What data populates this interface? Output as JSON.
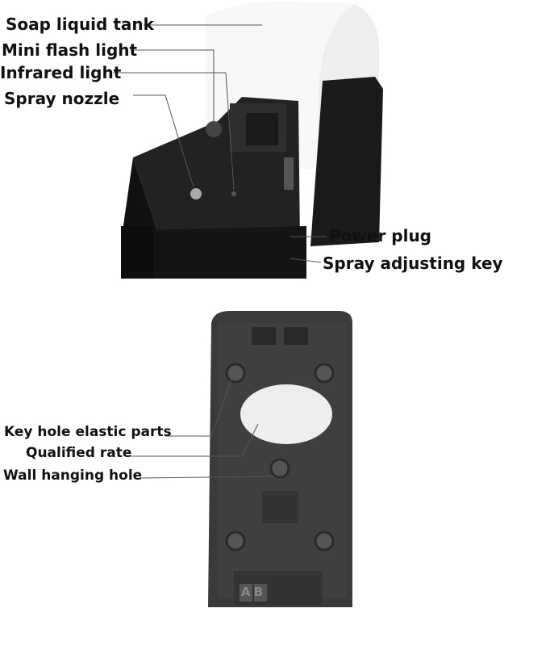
{
  "top_labels": {
    "soap_tank": "Soap liquid tank",
    "flash_light": "Mini flash light",
    "infrared": "Infrared light",
    "nozzle": "Spray nozzle",
    "power_plug": "Power plug",
    "adjust_key": "Spray adjusting key"
  },
  "bottom_labels": {
    "key_hole": "Key hole elastic parts",
    "qualified": "Qualified rate",
    "wall_hole": "Wall hanging hole",
    "ab_mark": "AB"
  },
  "colors": {
    "body": "#1c1c1c",
    "tank": "#f2f2f2",
    "back_panel": "#3a3a3a",
    "leader": "#555555"
  }
}
